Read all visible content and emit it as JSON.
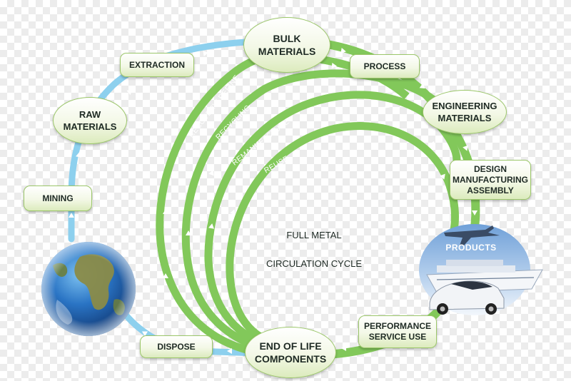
{
  "center": {
    "line1": "FULL METAL",
    "line2": "CIRCULATION CYCLE"
  },
  "nodes": {
    "bulk_materials": "BULK\nMATERIALS",
    "extraction": "EXTRACTION",
    "raw_materials": "RAW\nMATERIALS",
    "mining": "MINING",
    "process": "PROCESS",
    "engineering_materials": "ENGINEERING\nMATERIALS",
    "design_manufacturing_assembly": "DESIGN\nMANUFACTURING\nASSEMBLY",
    "products": "PRODUCTS",
    "performance_service_use": "PERFORMANCE\nSERVICE USE",
    "end_of_life_components": "END OF LIFE\nCOMPONENTS",
    "dispose": "DISPOSE"
  },
  "loops": {
    "recovery_refine": "RECOVERY/ REFINE",
    "recycling": "RECYCLING",
    "remanufacture": "REMANUFACTURE",
    "reuse": "REUSE"
  },
  "colors": {
    "loop_green": "#82c85a",
    "loop_light": "#a8dc82",
    "raw_blue": "#8dd0ee",
    "arrow": "#ffffff",
    "node_border": "#9cc76a",
    "earth_ocean": "#1c5fae",
    "earth_land": "#7a8a3e"
  }
}
